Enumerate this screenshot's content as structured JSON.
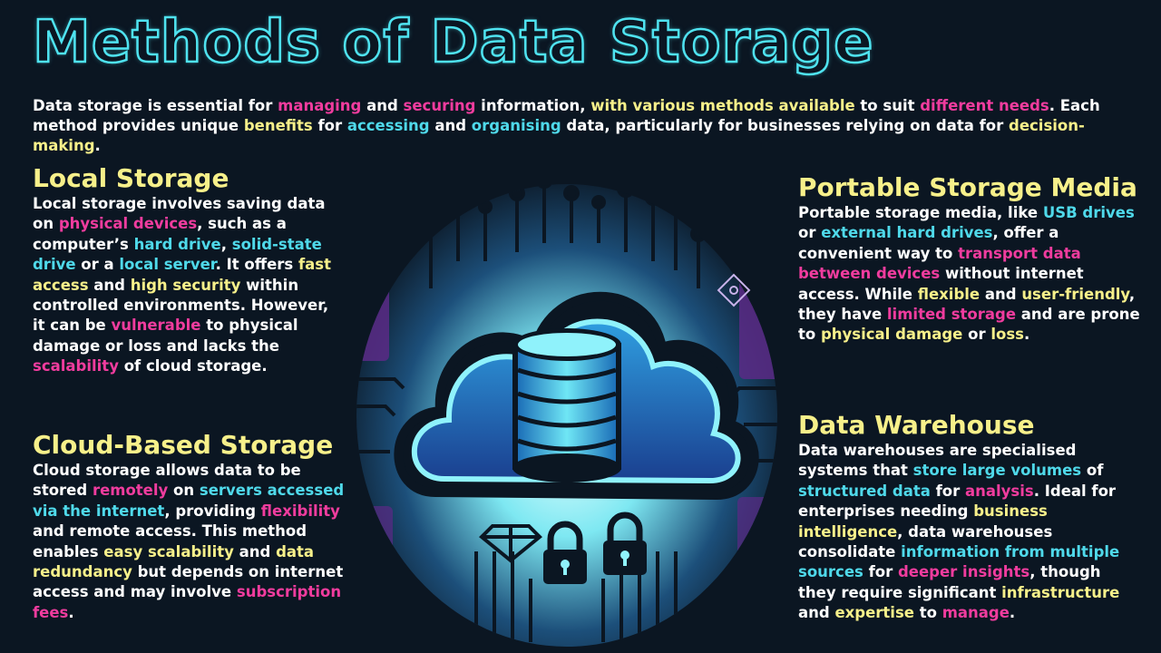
{
  "title": "Methods of Data Storage",
  "intro": [
    {
      "t": "Data storage is essential for "
    },
    {
      "t": "managing",
      "c": "pink"
    },
    {
      "t": " and "
    },
    {
      "t": "securing",
      "c": "pink"
    },
    {
      "t": " information, "
    },
    {
      "t": "with various methods available",
      "c": "yellow"
    },
    {
      "t": " to suit "
    },
    {
      "t": "different needs",
      "c": "pink"
    },
    {
      "t": ". Each method provides unique "
    },
    {
      "t": "benefits",
      "c": "yellow"
    },
    {
      "t": " for "
    },
    {
      "t": "accessing",
      "c": "cyan"
    },
    {
      "t": " and "
    },
    {
      "t": "organising",
      "c": "cyan"
    },
    {
      "t": " data, particularly for businesses relying on data for "
    },
    {
      "t": "decision-making",
      "c": "yellow"
    },
    {
      "t": "."
    }
  ],
  "sections": {
    "local": {
      "heading": "Local Storage",
      "body": [
        {
          "t": "Local storage involves saving data on "
        },
        {
          "t": "physical devices",
          "c": "pink"
        },
        {
          "t": ", such as a computer’s "
        },
        {
          "t": "hard drive",
          "c": "cyan"
        },
        {
          "t": ", "
        },
        {
          "t": "solid-state drive",
          "c": "cyan"
        },
        {
          "t": " or a "
        },
        {
          "t": "local server",
          "c": "cyan"
        },
        {
          "t": ". It offers "
        },
        {
          "t": "fast access",
          "c": "yellow"
        },
        {
          "t": " and "
        },
        {
          "t": "high security",
          "c": "yellow"
        },
        {
          "t": " within controlled environments. However, it can be "
        },
        {
          "t": "vulnerable",
          "c": "pink"
        },
        {
          "t": " to physical damage or loss and lacks the "
        },
        {
          "t": "scalability",
          "c": "pink"
        },
        {
          "t": " of cloud storage."
        }
      ]
    },
    "cloud": {
      "heading": "Cloud-Based Storage",
      "body": [
        {
          "t": "Cloud storage allows data to be stored "
        },
        {
          "t": "remotely",
          "c": "pink"
        },
        {
          "t": " on "
        },
        {
          "t": "servers accessed via the internet",
          "c": "cyan"
        },
        {
          "t": ", providing "
        },
        {
          "t": "flexibility",
          "c": "pink"
        },
        {
          "t": " and remote access. This method enables "
        },
        {
          "t": "easy scalability",
          "c": "yellow"
        },
        {
          "t": " and "
        },
        {
          "t": "data redundancy",
          "c": "yellow"
        },
        {
          "t": " but depends on internet access and may involve "
        },
        {
          "t": "subscription fees",
          "c": "pink"
        },
        {
          "t": "."
        }
      ]
    },
    "portable": {
      "heading": "Portable Storage Media",
      "body": [
        {
          "t": "Portable storage media, like "
        },
        {
          "t": "USB drives",
          "c": "cyan"
        },
        {
          "t": " or "
        },
        {
          "t": "external hard drives",
          "c": "cyan"
        },
        {
          "t": ", offer a convenient way to "
        },
        {
          "t": "transport data between devices",
          "c": "pink"
        },
        {
          "t": " without internet access. While "
        },
        {
          "t": "flexible",
          "c": "yellow"
        },
        {
          "t": " and "
        },
        {
          "t": "user-friendly",
          "c": "yellow"
        },
        {
          "t": ", they have "
        },
        {
          "t": "limited storage",
          "c": "pink"
        },
        {
          "t": " and are prone to "
        },
        {
          "t": "physical damage",
          "c": "yellow"
        },
        {
          "t": " or "
        },
        {
          "t": "loss",
          "c": "yellow"
        },
        {
          "t": "."
        }
      ]
    },
    "warehouse": {
      "heading": "Data Warehouse",
      "body": [
        {
          "t": "Data warehouses are specialised systems that "
        },
        {
          "t": "store large volumes",
          "c": "cyan"
        },
        {
          "t": " of "
        },
        {
          "t": "structured data",
          "c": "cyan"
        },
        {
          "t": " for "
        },
        {
          "t": "analysis",
          "c": "pink"
        },
        {
          "t": ". Ideal for enterprises needing "
        },
        {
          "t": "business intelligence",
          "c": "yellow"
        },
        {
          "t": ", data warehouses consolidate "
        },
        {
          "t": "information from multiple sources",
          "c": "cyan"
        },
        {
          "t": " for "
        },
        {
          "t": "deeper insights",
          "c": "pink"
        },
        {
          "t": ", though they require significant "
        },
        {
          "t": "infrastructure",
          "c": "yellow"
        },
        {
          "t": " and "
        },
        {
          "t": "expertise",
          "c": "yellow"
        },
        {
          "t": " to "
        },
        {
          "t": "manage",
          "c": "pink"
        },
        {
          "t": "."
        }
      ]
    }
  },
  "graphic": {
    "icons": [
      "cloud-icon",
      "database-icon",
      "padlock-icon",
      "diamond-icon",
      "circuit-icon"
    ],
    "colors": {
      "cyan": "#4fe3f0",
      "blue": "#2a7fd4",
      "purple": "#5b2a86",
      "dark": "#0b1622"
    }
  }
}
